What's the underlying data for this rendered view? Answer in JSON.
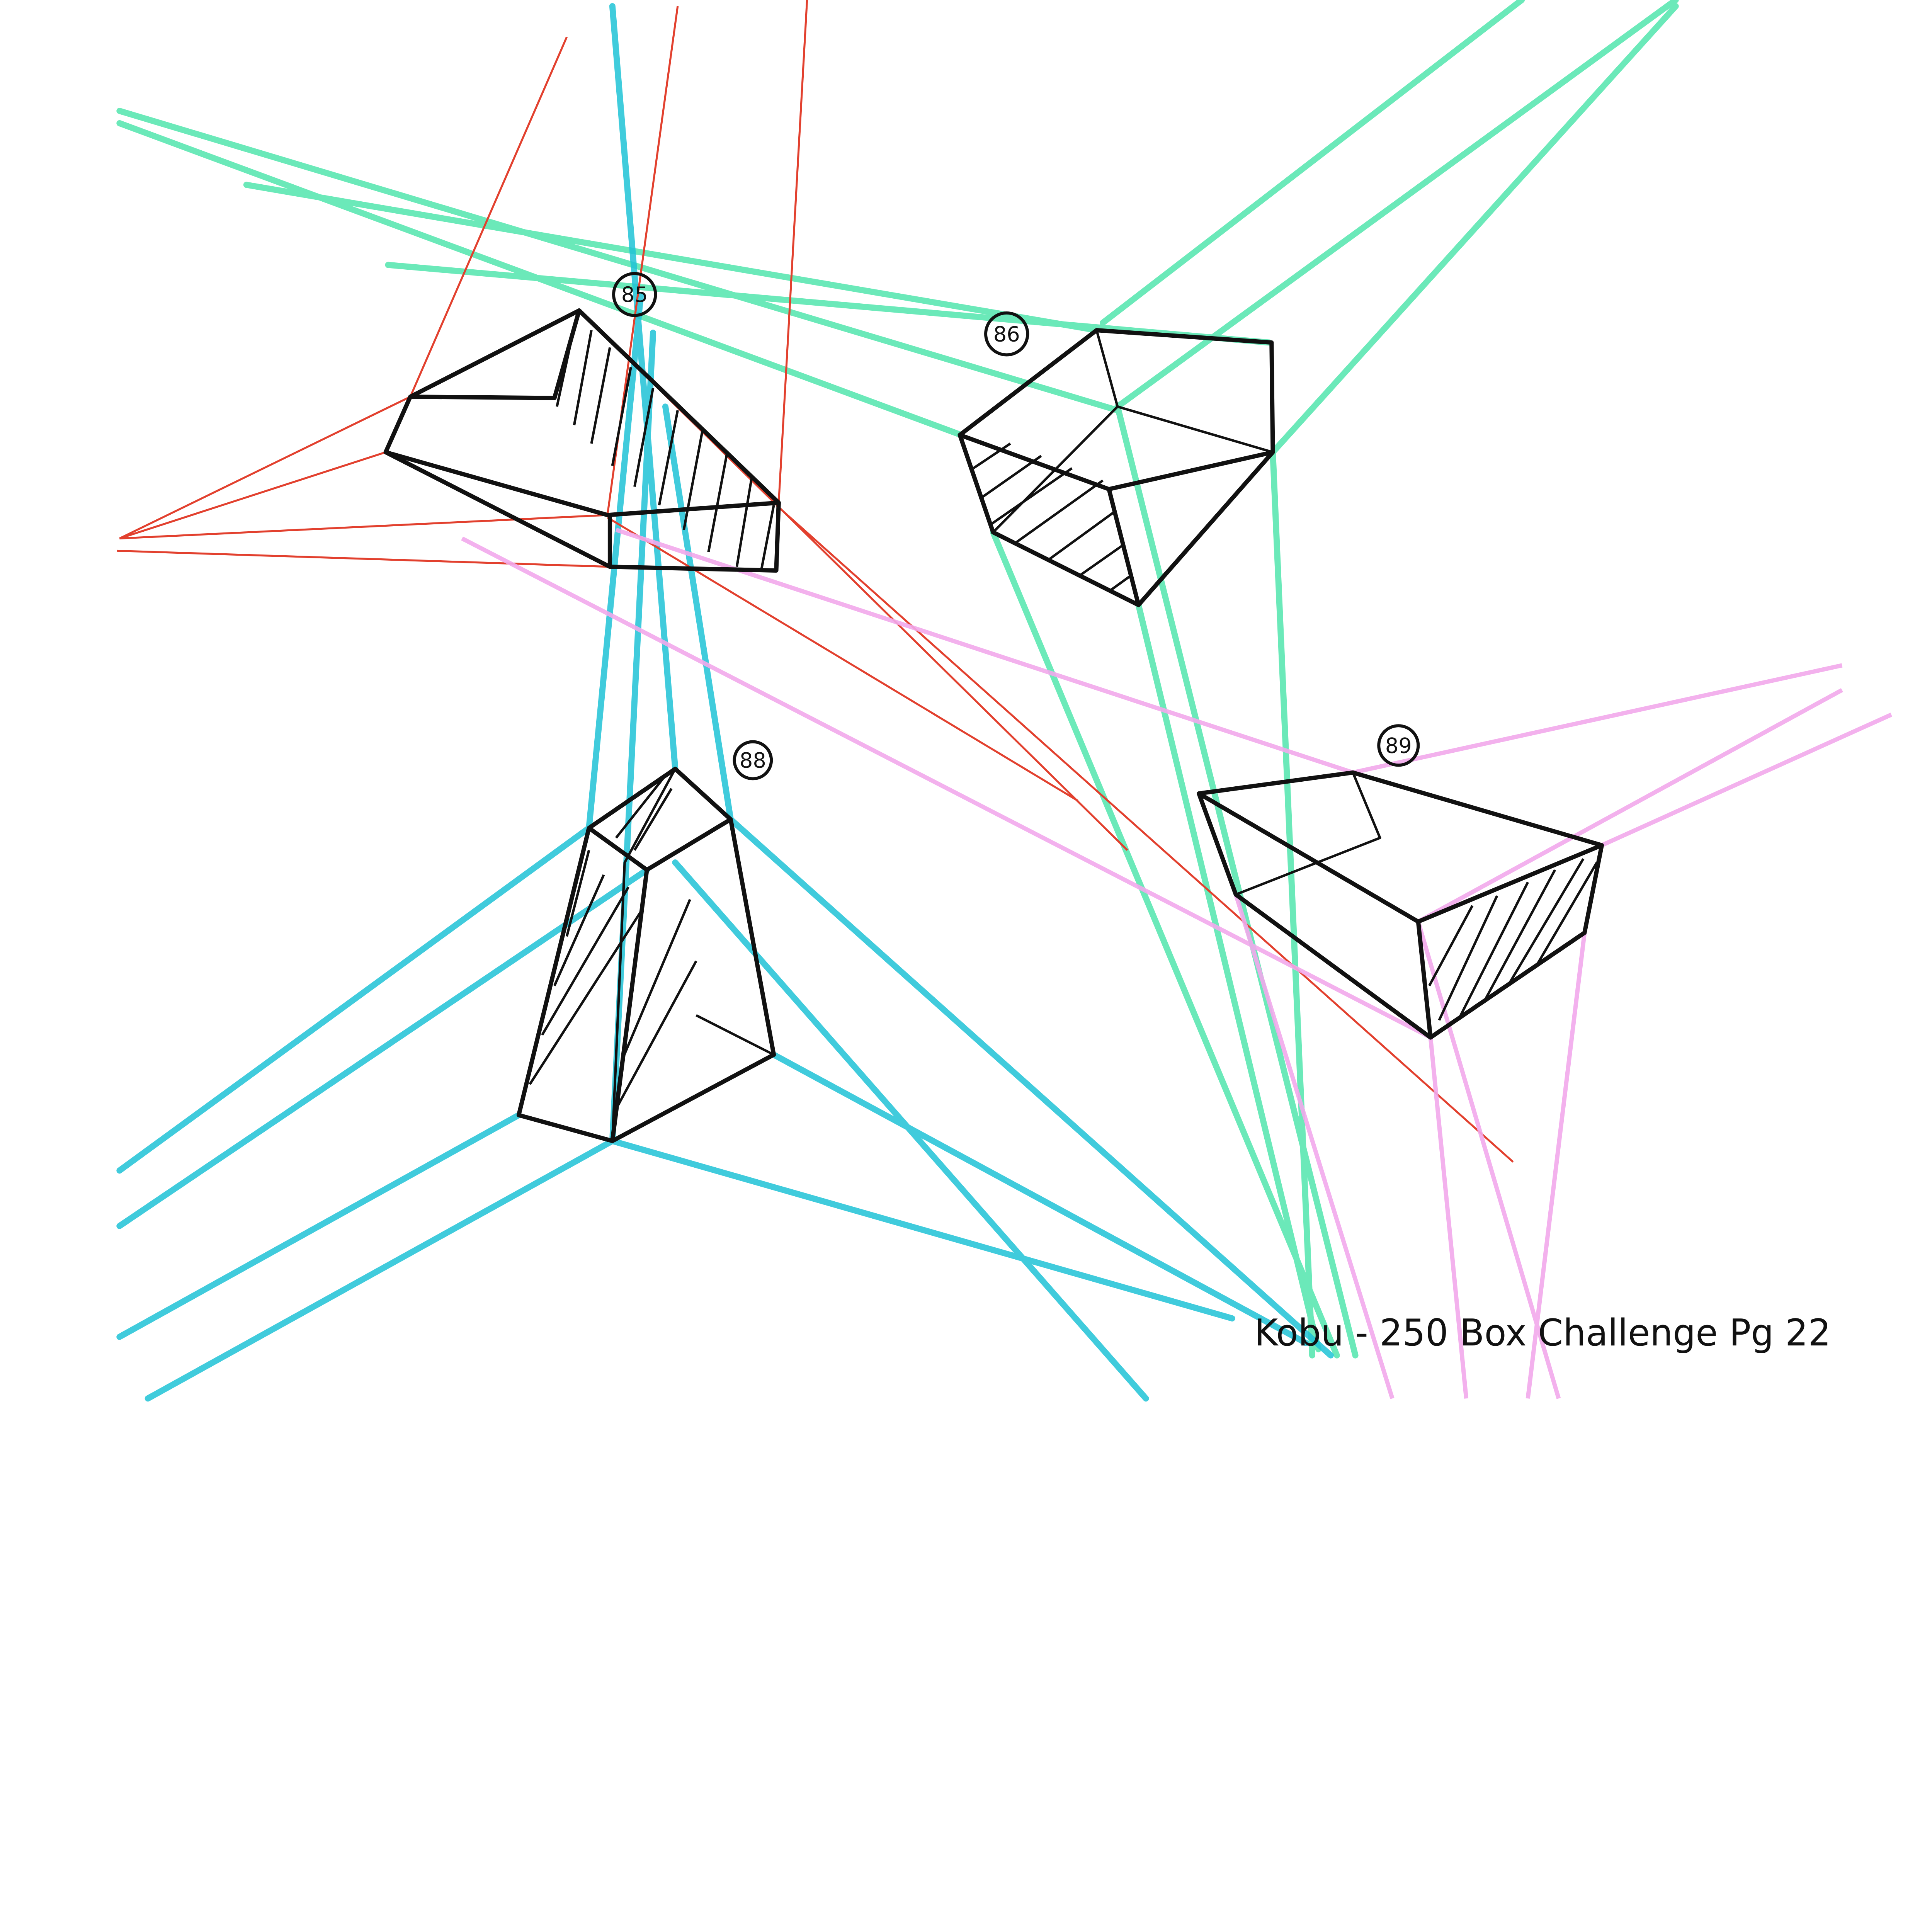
{
  "drawing": {
    "box_labels": [
      "85",
      "86",
      "88",
      "89"
    ],
    "caption": "Kobu - 250 Box Challenge Pg 22"
  },
  "colors": {
    "ink": "#111111",
    "teal": "#1fc3d6",
    "green": "#52e6ad",
    "red": "#e2402e",
    "pink": "#f2a9ec"
  }
}
